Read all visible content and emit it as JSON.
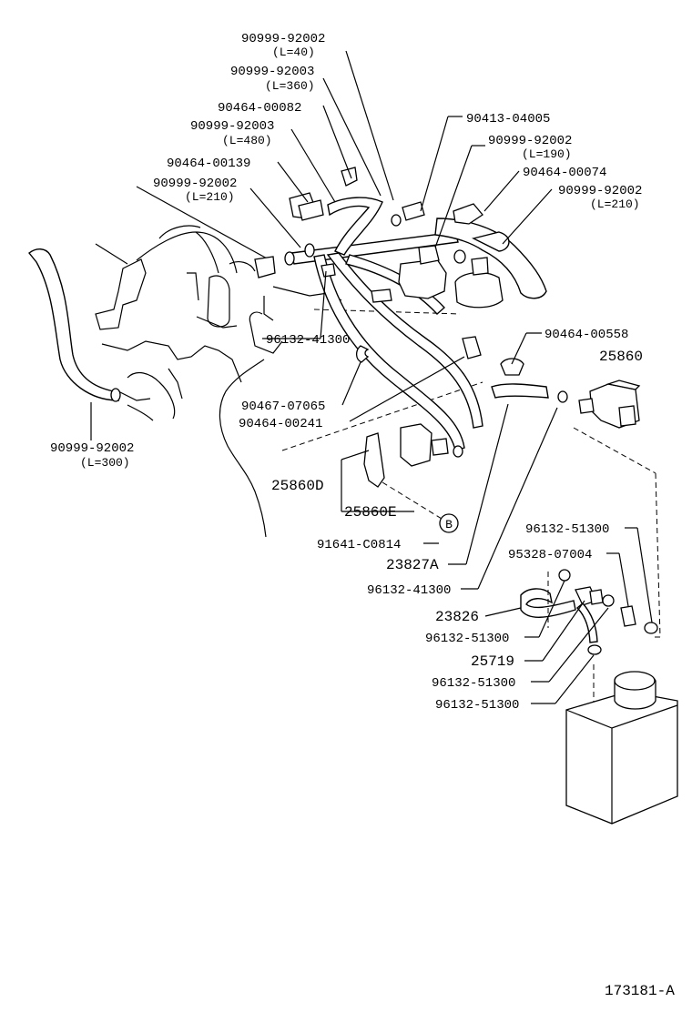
{
  "labels": {
    "p90999_92002_a": "90999-92002",
    "l40": "(L=40)",
    "p90999_92003_a": "90999-92003",
    "l360": "(L=360)",
    "p90464_00082": "90464-00082",
    "p90999_92003_b": "90999-92003",
    "l480": "(L=480)",
    "p90413_04005": "90413-04005",
    "p90999_92002_b": "90999-92002",
    "l190": "(L=190)",
    "p90464_00139": "90464-00139",
    "p90464_00074": "90464-00074",
    "p90999_92002_c": "90999-92002",
    "l210_left": "(L=210)",
    "p90999_92002_d": "90999-92002",
    "l210_right": "(L=210)",
    "p96132_41300_a": "96132-41300",
    "p90464_00558": "90464-00558",
    "p25860": "25860",
    "p90467_07065": "90467-07065",
    "p90464_00241": "90464-00241",
    "p90999_92002_e": "90999-92002",
    "l300": "(L=300)",
    "p25860D": "25860D",
    "p25860E": "25860E",
    "p91641_C0814": "91641-C0814",
    "circle_b": "B",
    "p23827A": "23827A",
    "p96132_41300_b": "96132-41300",
    "p96132_51300_a": "96132-51300",
    "p95328_07004": "95328-07004",
    "p23826": "23826",
    "p96132_51300_b": "96132-51300",
    "p25719": "25719",
    "p96132_51300_c": "96132-51300",
    "p96132_51300_d": "96132-51300",
    "figure_id": "173181-A"
  }
}
